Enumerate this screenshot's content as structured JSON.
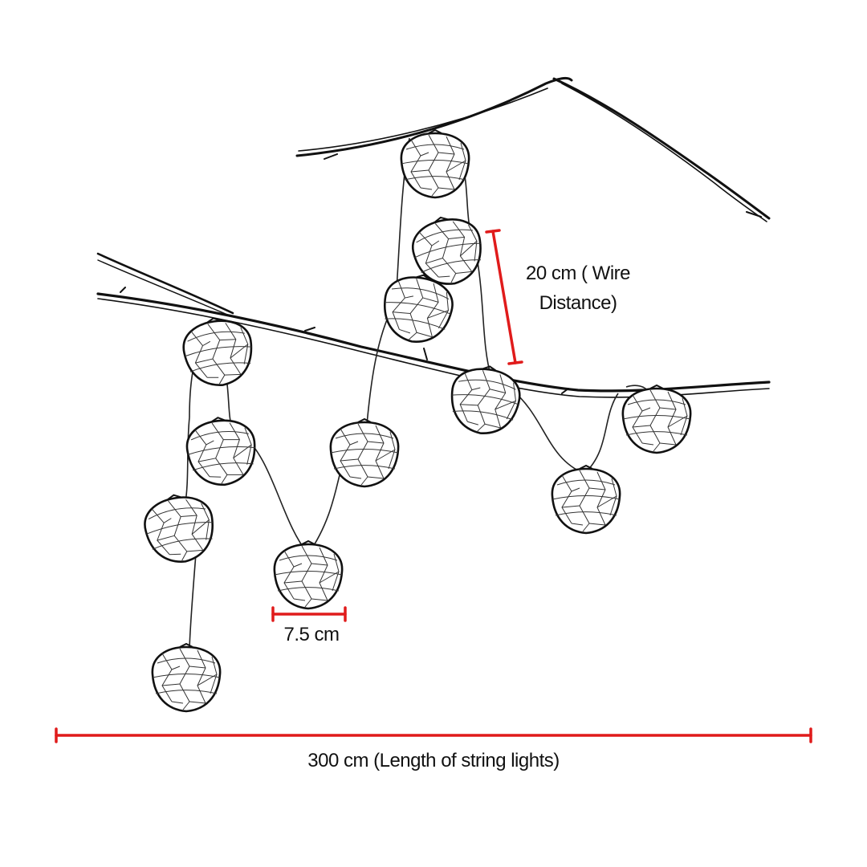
{
  "diagram": {
    "wire_distance_label": "20 cm ( Wire\nDistance)",
    "bulb_diameter_label": "7.5 cm",
    "total_length_label": "300 cm (Length of string lights)",
    "colors": {
      "dimension_line": "#e01b1b",
      "sketch_stroke": "#111111",
      "background": "#ffffff"
    },
    "icons": {
      "lantern": "honeycomb-paper-lantern-icon",
      "branch": "tree-branch"
    }
  }
}
